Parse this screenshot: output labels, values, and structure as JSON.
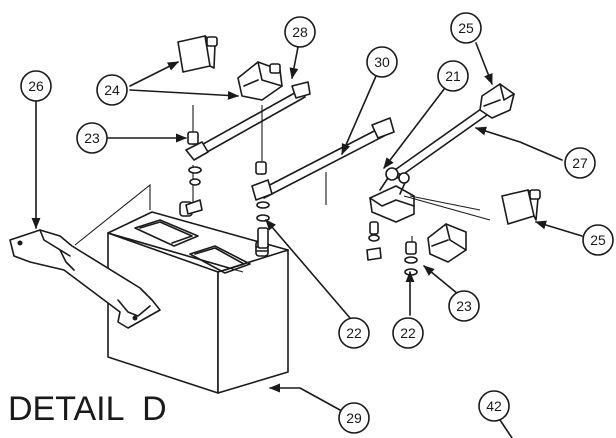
{
  "detail_label": "DETAIL  D",
  "callouts": {
    "c21": "21",
    "c22a": "22",
    "c22b": "22",
    "c23a": "23",
    "c23b": "23",
    "c24": "24",
    "c25a": "25",
    "c25b": "25",
    "c26": "26",
    "c27": "27",
    "c28": "28",
    "c29": "29",
    "c30": "30",
    "c42": "42"
  }
}
